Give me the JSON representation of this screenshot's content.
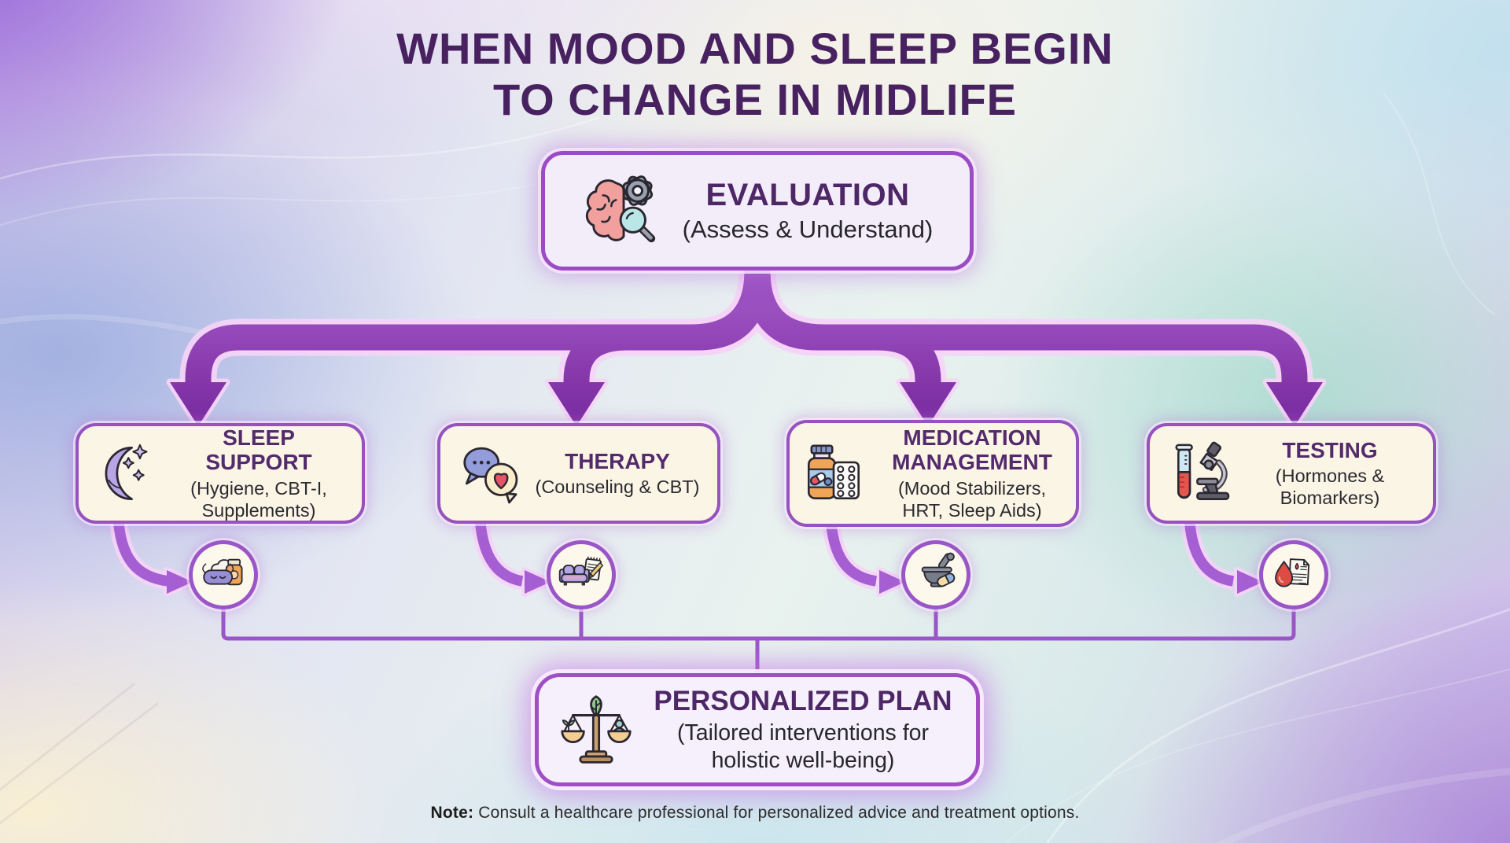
{
  "page": {
    "title_line1": "WHEN MOOD AND SLEEP BEGIN",
    "title_line2": "TO CHANGE IN MIDLIFE"
  },
  "evaluation": {
    "title": "EVALUATION",
    "subtitle": "(Assess & Understand)",
    "icon": "brain-gear-magnifier-icon"
  },
  "branches": [
    {
      "title": "SLEEP SUPPORT",
      "subtitle": "(Hygiene, CBT-I, Supplements)",
      "icon": "crescent-moon-stars-icon",
      "detail_icon": "sleep-mask-supplement-bottle-icon"
    },
    {
      "title": "THERAPY",
      "subtitle": "(Counseling & CBT)",
      "icon": "chat-bubbles-heart-icon",
      "detail_icon": "therapy-couch-notepad-icon"
    },
    {
      "title": "MEDICATION MANAGEMENT",
      "subtitle": "(Mood Stabilizers, HRT, Sleep Aids)",
      "icon": "pill-bottle-blister-pack-icon",
      "detail_icon": "mortar-pestle-capsule-icon"
    },
    {
      "title": "TESTING",
      "subtitle": "(Hormones & Biomarkers)",
      "icon": "test-tube-microscope-icon",
      "detail_icon": "blood-drop-lab-report-icon"
    }
  ],
  "plan": {
    "title": "PERSONALIZED PLAN",
    "subtitle": "(Tailored interventions for holistic well-being)",
    "icon": "balance-scale-leaf-icon"
  },
  "note": {
    "label": "Note:",
    "text": " Consult a healthcare professional for personalized advice and treatment options."
  },
  "colors": {
    "heading_purple": "#482260",
    "node_title_purple": "#532a6b",
    "body_text": "#2b2a30",
    "border_purple": "#9b52c2",
    "ribbon_purple": "#8a3cae",
    "ribbon_glow_pink": "#f5d4f7",
    "cream_panel": "#fbf5e6",
    "lavender_panel": "#f3edfa",
    "circle_fill": "#fdf8ec",
    "background_corner_purple": "#a87cd9"
  }
}
